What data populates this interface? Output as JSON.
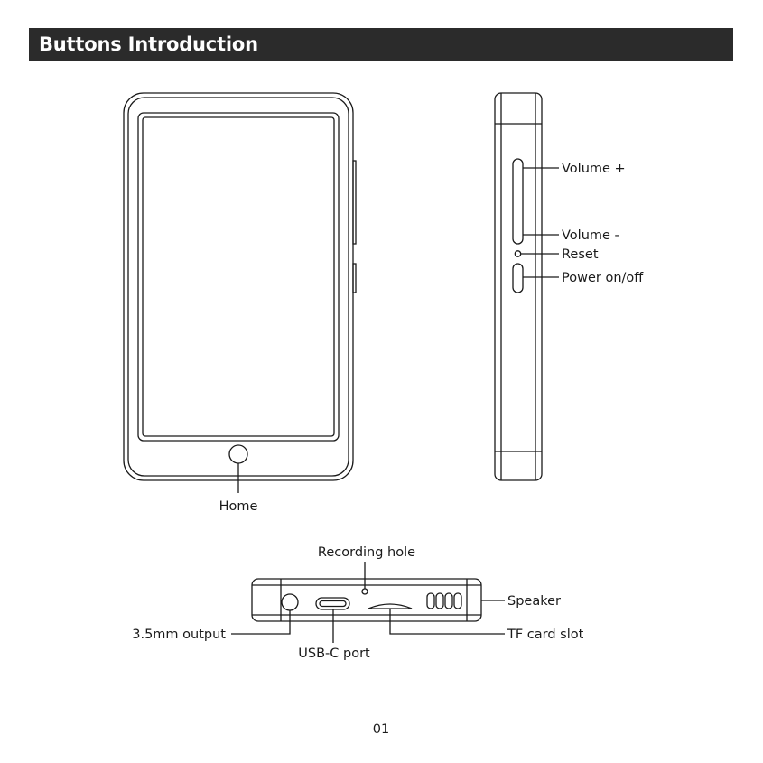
{
  "header": {
    "title": "Buttons Introduction"
  },
  "labels": {
    "volume_up": "Volume +",
    "volume_down": "Volume -",
    "reset": "Reset",
    "power": "Power on/off",
    "home": "Home",
    "recording_hole": "Recording hole",
    "speaker": "Speaker",
    "headphone_output": "3.5mm output",
    "tf_card_slot": "TF card slot",
    "usb_c_port": "USB-C port"
  },
  "footer": {
    "page_number": "01"
  },
  "colors": {
    "title_bar": "#2b2b2b",
    "title_text": "#ffffff",
    "line_art": "#1a1a1a"
  }
}
